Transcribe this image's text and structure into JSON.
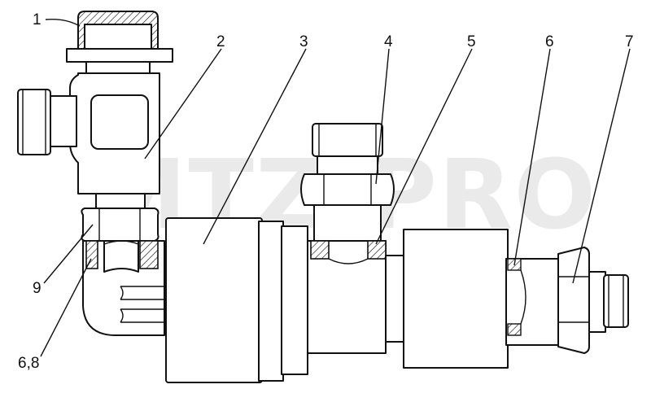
{
  "watermark": "MTZ-PRO",
  "callouts": {
    "c1": "1",
    "c2": "2",
    "c3": "3",
    "c4": "4",
    "c5": "5",
    "c6": "6",
    "c7": "7",
    "c9": "9",
    "c68": "6,8"
  }
}
